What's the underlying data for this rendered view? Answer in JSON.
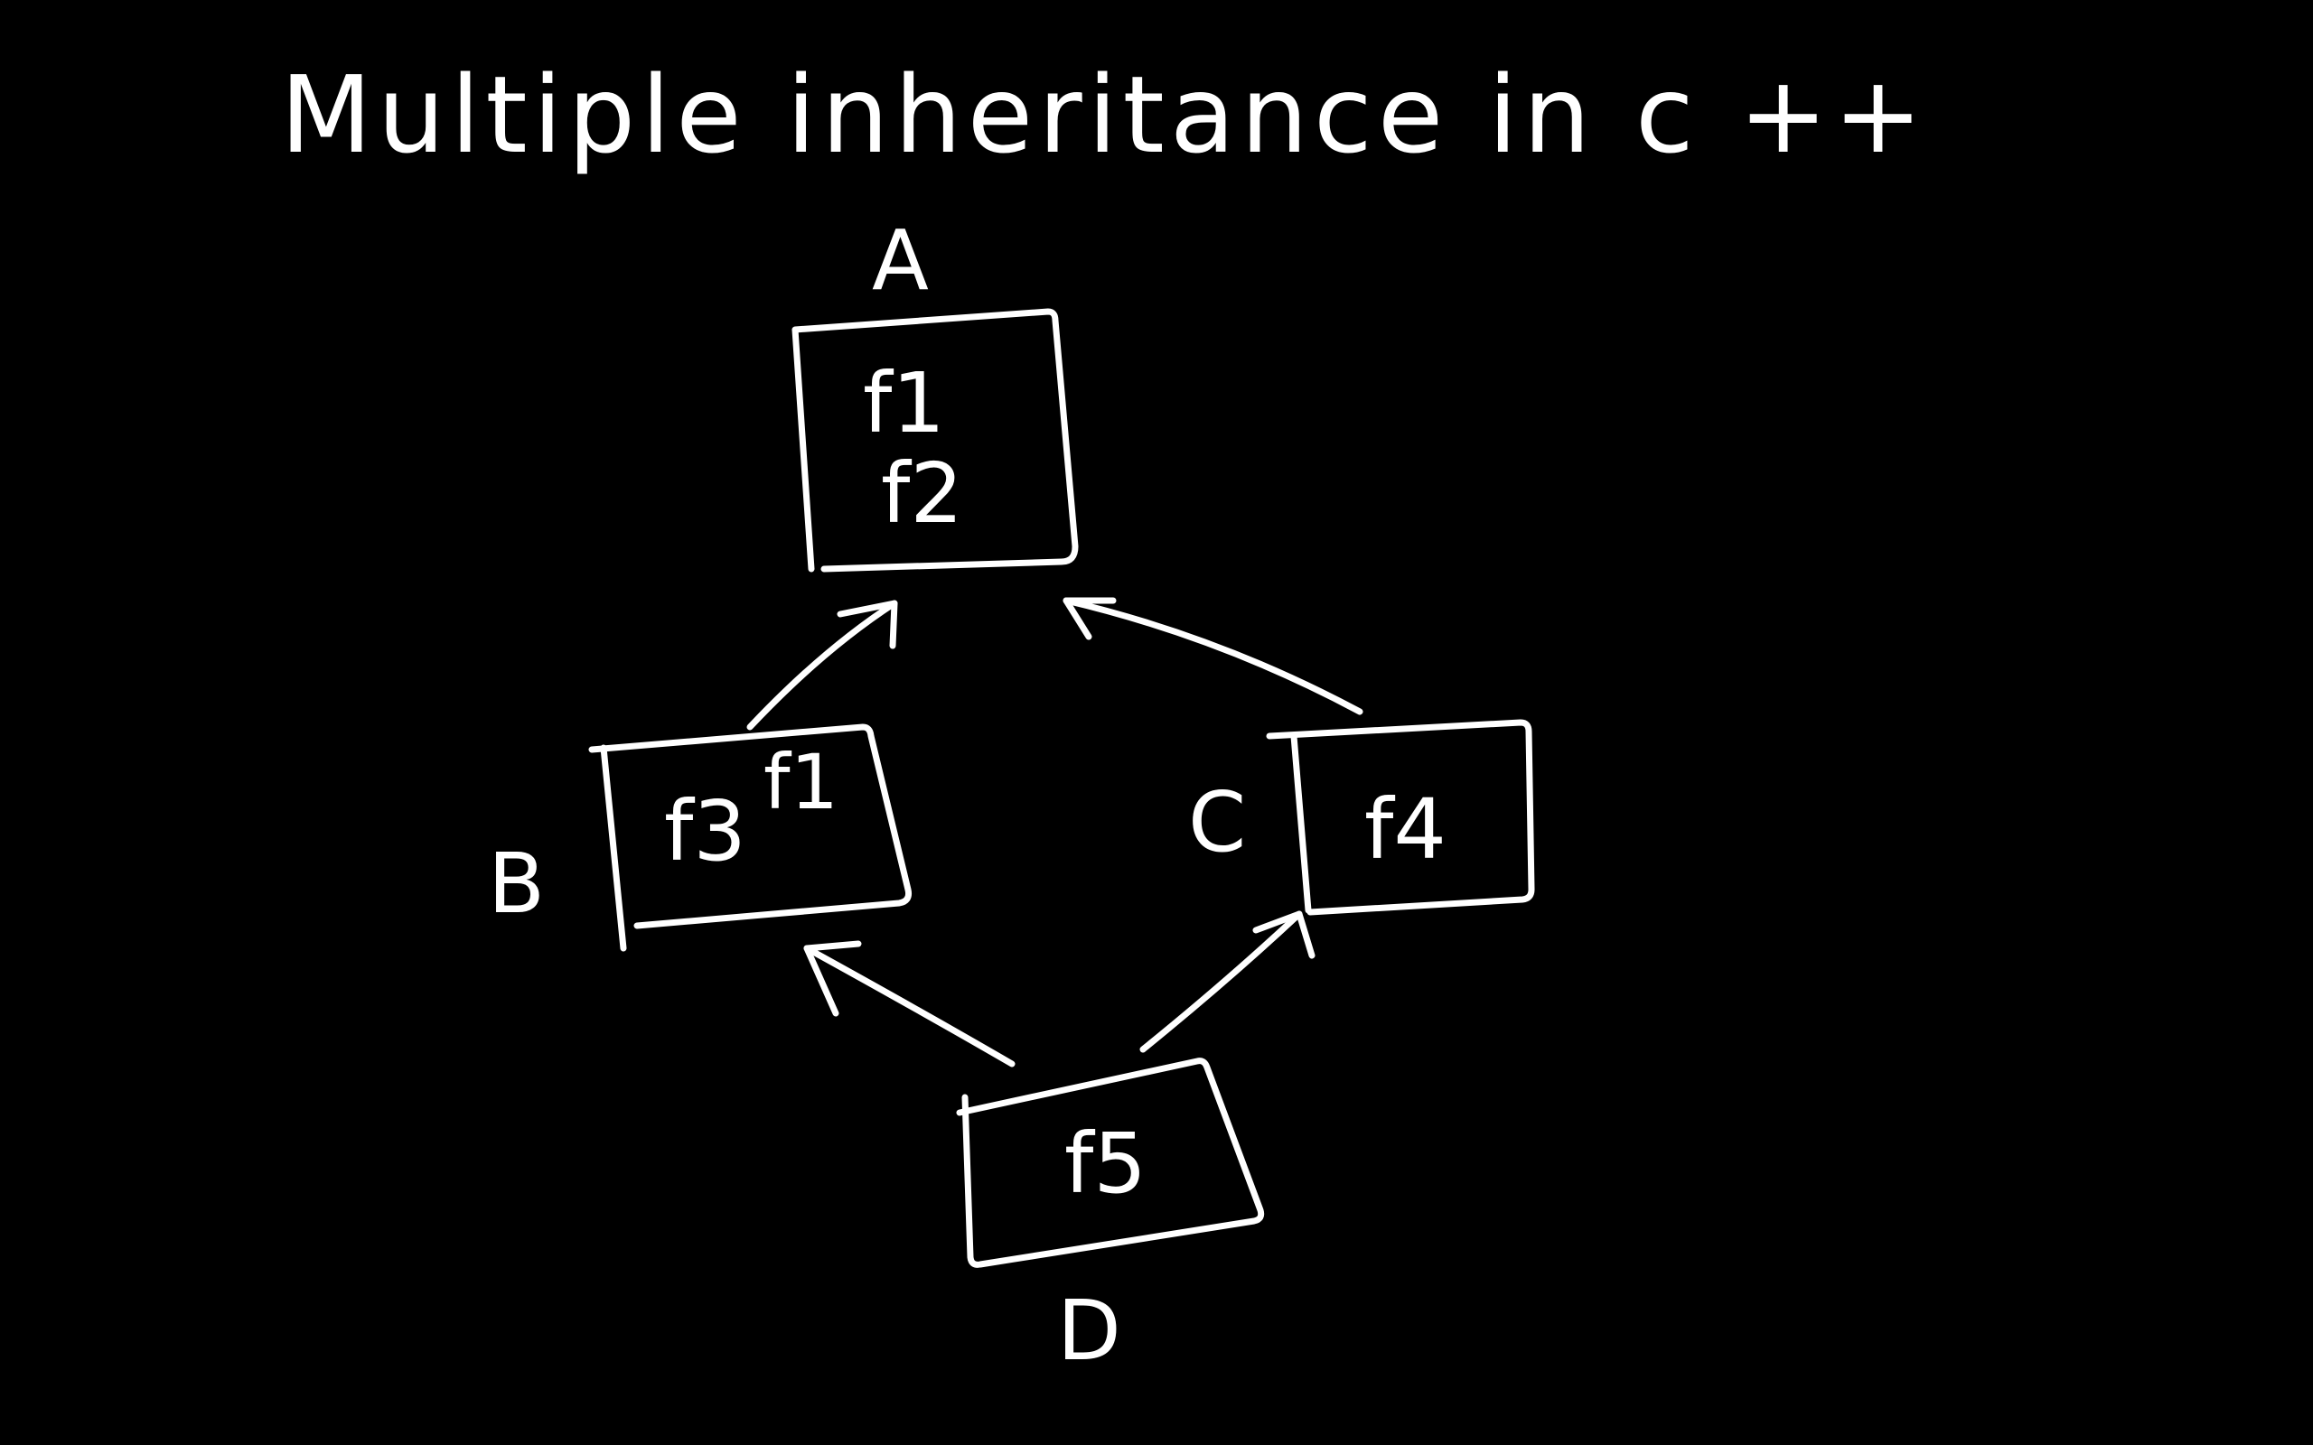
{
  "title": "Multiple inheritance in c ++",
  "stroke_color": "#ffffff",
  "background_color": "#000000",
  "nodes": {
    "a": {
      "label": "A",
      "functions": [
        "f1",
        "f2"
      ]
    },
    "b": {
      "label": "B",
      "functions": [
        "f3",
        "f1"
      ]
    },
    "c": {
      "label": "C",
      "functions": [
        "f4"
      ]
    },
    "d": {
      "label": "D",
      "functions": [
        "f5"
      ]
    }
  },
  "edges": [
    {
      "from": "B",
      "to": "A"
    },
    {
      "from": "C",
      "to": "A"
    },
    {
      "from": "D",
      "to": "B"
    },
    {
      "from": "D",
      "to": "C"
    }
  ]
}
